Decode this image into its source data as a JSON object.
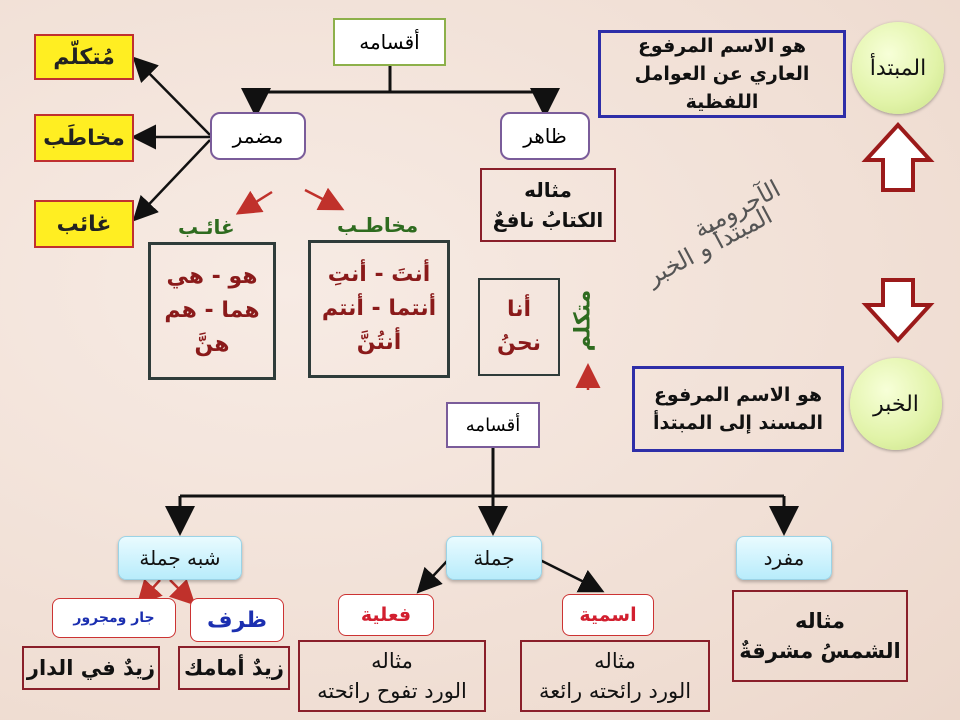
{
  "title_box": "أقسامه",
  "mudmar": "مضمر",
  "zahir": "ظاهر",
  "mutakallim_yellow": "مُتكلّم",
  "mukhatab_yellow": "مخاطَب",
  "ghaib_yellow": "غائب",
  "ghaib_label": "غائـب",
  "mukhatab_label": "مخاطـب",
  "mutakallim_vertical": "متكلم",
  "ghaib_box": [
    "هو - هي",
    "هما - هم",
    "هنَّ"
  ],
  "mukhatab_box": [
    "أنتَ - أنتِ",
    "أنتما - أنتم",
    "أنتُنَّ"
  ],
  "mutakallim_box": [
    "أنا",
    "نحنُ"
  ],
  "zahir_example": [
    "مثاله",
    "الكتابُ نافعٌ"
  ],
  "mubtada_circle": "المبتدأ",
  "khabar_circle": "الخبر",
  "mubtada_def": [
    "هو الاسم المرفوع",
    "العاري عن العوامل اللفظية"
  ],
  "khabar_def": [
    "هو الاسم المرفوع",
    "المسند إلى المبتدأ"
  ],
  "diagonal_1": "الآجرومية",
  "diagonal_2": "المبتدأ و الخبر",
  "aqsamuhu_2": "أقسامه",
  "mufrad": "مفرد",
  "jumla": "جملة",
  "shibh_jumla": "شبه جملة",
  "ismiyya": "اسمية",
  "filiyya": "فعلية",
  "zarf": "ظرف",
  "jar_majrur": "جار ومجرور",
  "mufrad_example": [
    "مثاله",
    "الشمسُ مشرقةٌ"
  ],
  "ismiyya_example": [
    "مثاله",
    "الورد رائحته رائعة"
  ],
  "filiyya_example": [
    "مثاله",
    "الورد تفوح رائحته"
  ],
  "zarf_example": "زيدٌ أمامك",
  "jar_example": "زيدٌ في الدار",
  "colors": {
    "green": "#2e6b1f",
    "darkred": "#8a1a1a",
    "blue": "#1b2fb0",
    "red": "#d21f2f",
    "yellow": "#ffee22"
  }
}
